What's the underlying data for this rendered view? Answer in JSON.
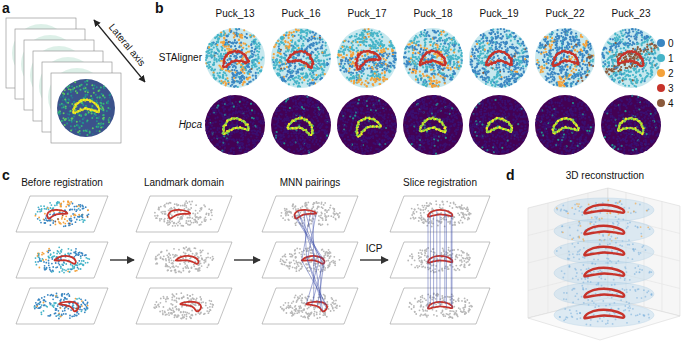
{
  "diagram": {
    "nodes": [
      {
        "text": [
          "Before registration"
        ]
      },
      {
        "text": [
          "Landmark domain"
        ]
      },
      {
        "text": [
          "MNN pairings"
        ]
      },
      {
        "text": [
          "Slice registration"
        ]
      }
    ],
    "edges": [
      {
        "from": 0,
        "to": 1,
        "arrow": "to"
      },
      {
        "from": 1,
        "to": 2,
        "arrow": "to"
      },
      {
        "from": 2,
        "to": 3,
        "label": "ICP",
        "arrow": "to"
      }
    ],
    "labels": [
      "a",
      "Lateral axis",
      "b",
      "Puck_13",
      "Puck_16",
      "Puck_17",
      "Puck_18",
      "Puck_19",
      "Puck_22",
      "Puck_23",
      "STAligner",
      "Hpca",
      "c",
      "d",
      "3D reconstruction"
    ],
    "legend": [
      {
        "text": "0",
        "color": "#3a86c2"
      },
      {
        "text": "1",
        "color": "#45b4c8"
      },
      {
        "text": "2",
        "color": "#f4a23b"
      },
      {
        "text": "3",
        "color": "#c7332b"
      },
      {
        "text": "4",
        "color": "#8b5a3c"
      }
    ]
  }
}
